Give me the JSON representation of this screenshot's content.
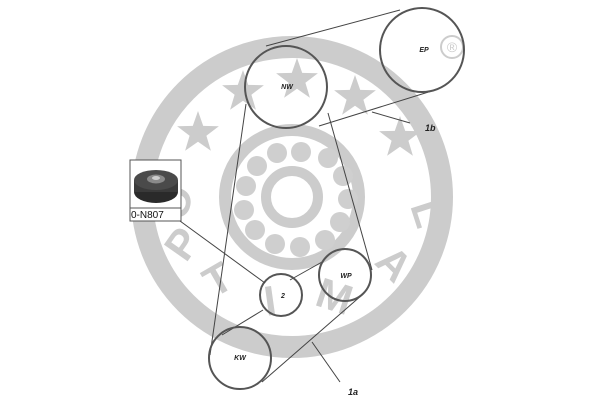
{
  "colors": {
    "watermark": "#c8c8c8",
    "belt": "#333333",
    "pulley": "#555555",
    "leader": "#444444",
    "background": "#ffffff"
  },
  "watermark": {
    "brand_letters": [
      "O",
      "P",
      "T",
      "I",
      "M",
      "A",
      "L"
    ],
    "registered_mark": "®"
  },
  "pulleys": {
    "ep": {
      "label": "EP"
    },
    "nw": {
      "label": "NW"
    },
    "wp": {
      "label": "WP"
    },
    "idler": {
      "label": "2"
    },
    "kw": {
      "label": "KW"
    }
  },
  "callouts": {
    "belt_a": "1a",
    "belt_b": "1b"
  },
  "part": {
    "code": "0-N807",
    "image_icon": "tensioner-roller-icon"
  }
}
